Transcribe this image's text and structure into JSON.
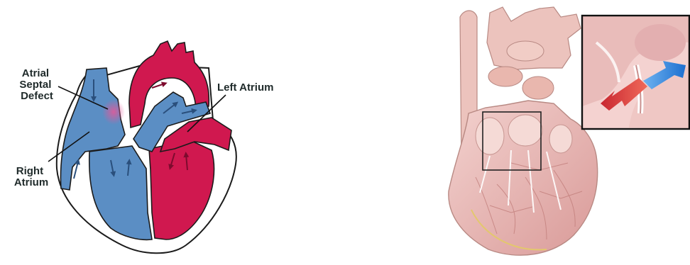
{
  "left_panel": {
    "labels": {
      "asd": [
        "Atrial",
        "Septal",
        "Defect"
      ],
      "left_atrium": "Left Atrium",
      "right_atrium": [
        "Right",
        "Atrium"
      ]
    },
    "colors": {
      "deoxygenated": "#5b8ec4",
      "oxygenated": "#d0184f",
      "defect_highlight": "#e05a9a",
      "outline": "#1b1b1b"
    }
  },
  "right_panel": {
    "colors": {
      "tissue": "#e8b8b4",
      "shunt_arrow_red": "#d4322e",
      "shunt_arrow_blue": "#1d6fd0"
    }
  }
}
